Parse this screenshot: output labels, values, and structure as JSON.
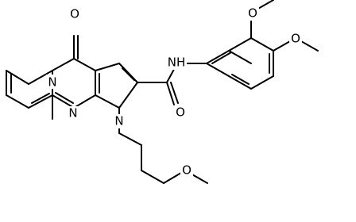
{
  "molecule": {
    "atom_labels": {
      "o_carbonyl_ring": "O",
      "n_pyridine": "N",
      "n_pyrimidine": "N",
      "n_pyrrole": "N",
      "nh_amide": "NH",
      "o_amide": "O",
      "o_methoxy_ortho": "O",
      "o_methoxy_para": "O",
      "o_chain": "O"
    }
  }
}
